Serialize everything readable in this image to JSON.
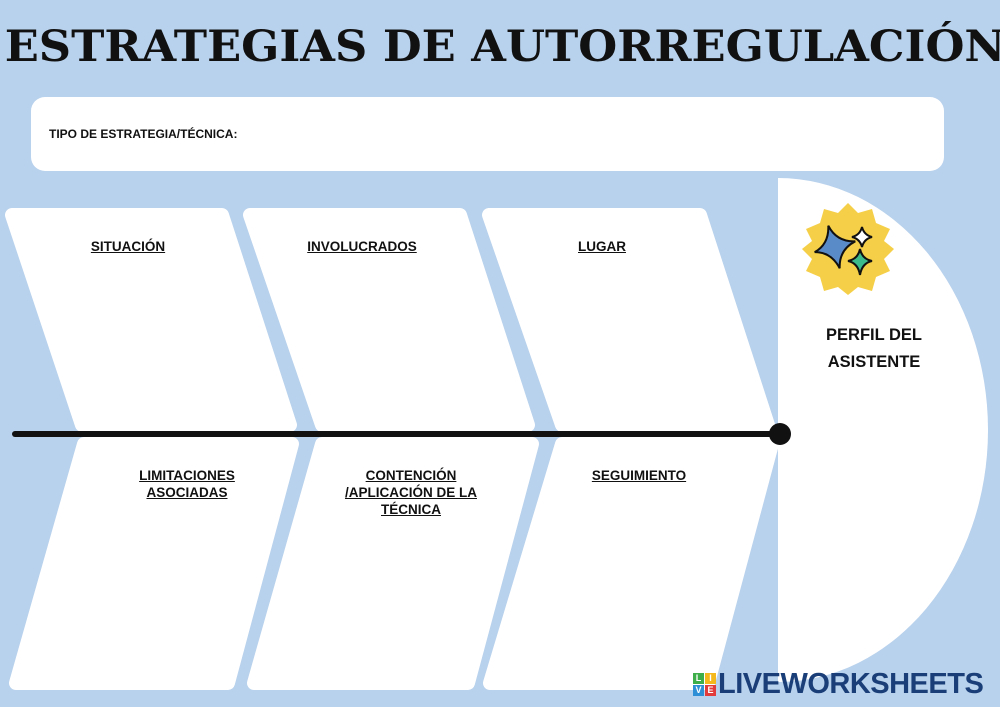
{
  "title": "ESTRATEGIAS DE AUTORREGULACIÓN",
  "tipo_label": "TIPO DE ESTRATEGIA/TÉCNICA:",
  "top_labels": [
    "SITUACIÓN",
    "INVOLUCRADOS",
    "LUGAR"
  ],
  "bottom_labels": [
    "LIMITACIONES ASOCIADAS",
    "CONTENCIÓN /APLICACIÓN DE LA TÉCNICA",
    "SEGUIMIENTO"
  ],
  "perfil": "PERFIL DEL ASISTENTE",
  "icon": "sparkles-badge-icon",
  "logo": {
    "text": "LIVEWORKSHEETS",
    "letters": [
      "L",
      "I",
      "V",
      "E"
    ]
  },
  "colors": {
    "background": "#b8d1ec",
    "badge": "#f5cf47",
    "star_blue": "#5a8bc9",
    "star_green": "#3dbb8a",
    "logo": "#1a3f78"
  }
}
